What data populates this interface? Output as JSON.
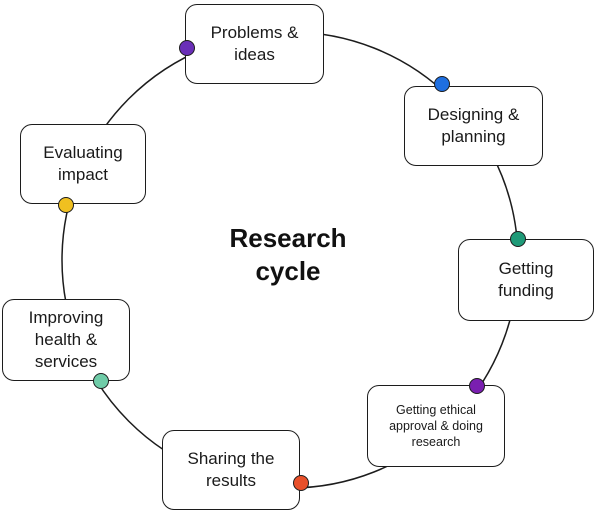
{
  "title": "Research\ncycle",
  "stages": [
    {
      "id": "problems",
      "label": "Problems &\nideas"
    },
    {
      "id": "designing",
      "label": "Designing &\nplanning"
    },
    {
      "id": "funding",
      "label": "Getting\nfunding"
    },
    {
      "id": "ethics",
      "label": "Getting ethical\napproval & doing\nresearch"
    },
    {
      "id": "sharing",
      "label": "Sharing the\nresults"
    },
    {
      "id": "improving",
      "label": "Improving\nhealth &\nservices"
    },
    {
      "id": "evaluating",
      "label": "Evaluating\nimpact"
    }
  ],
  "connector_dots": [
    {
      "name": "problems-dot",
      "color": "#6a2fb8"
    },
    {
      "name": "designing-dot",
      "color": "#1f6fe0"
    },
    {
      "name": "funding-dot",
      "color": "#1f9a78"
    },
    {
      "name": "ethics-dot",
      "color": "#7a1fb0"
    },
    {
      "name": "sharing-dot",
      "color": "#e8502a"
    },
    {
      "name": "improving-dot",
      "color": "#6fcca8"
    },
    {
      "name": "evaluating-dot",
      "color": "#f0c020"
    }
  ],
  "colors": {
    "ring": "#1c1c1c",
    "box_border": "#1c1c1c",
    "text": "#1a1a1a"
  }
}
